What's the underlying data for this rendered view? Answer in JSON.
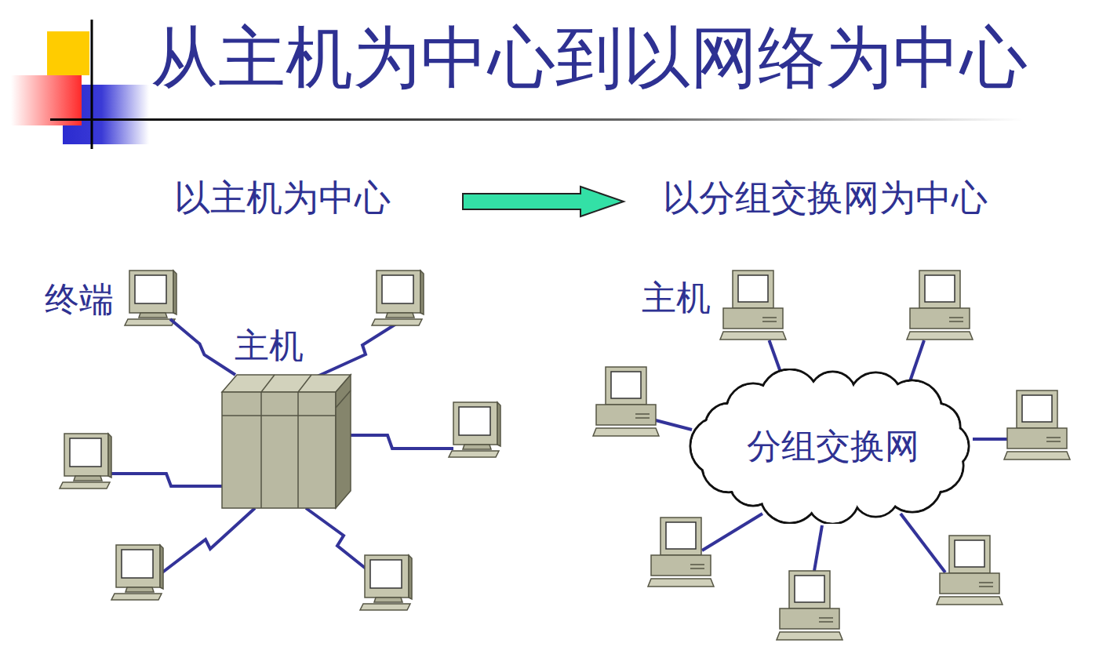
{
  "diagram": {
    "title": "从主机为中心到以网络为中心",
    "nodes": [
      {
        "text": [
          "终端"
        ]
      },
      {
        "text": [
          "主机"
        ]
      },
      {
        "text": [
          "主机"
        ]
      },
      {
        "text": [
          "分组交换网"
        ]
      }
    ],
    "edges": [
      {
        "from": 0,
        "to": 1,
        "arrow": "none"
      },
      {
        "from": 2,
        "to": 3,
        "arrow": "none"
      }
    ],
    "labels": [
      "以主机为中心",
      "以分组交换网为中心"
    ]
  }
}
